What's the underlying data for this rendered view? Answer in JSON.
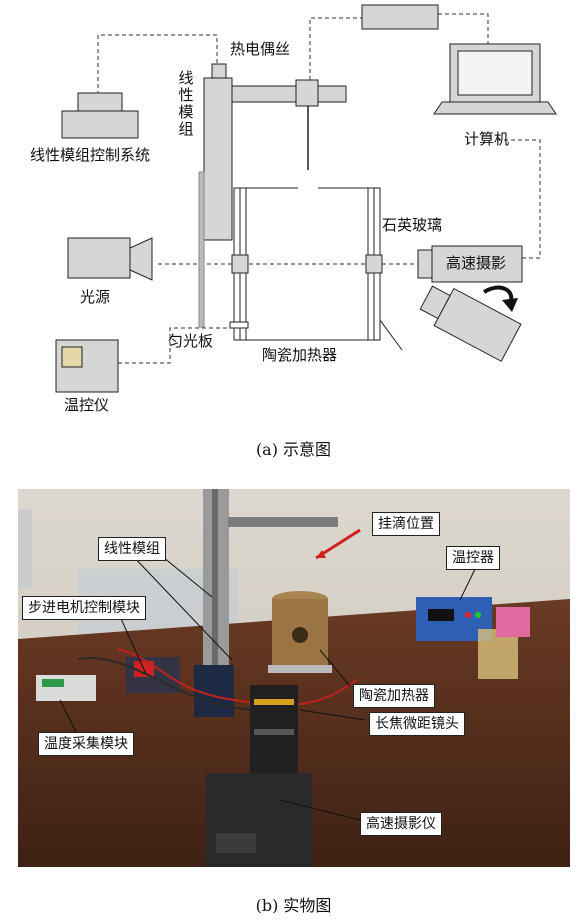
{
  "schematic": {
    "thermocouple": "热电偶丝",
    "linear_module": "线性模组",
    "linear_module_control": "线性模组控制系统",
    "computer": "计算机",
    "quartz_glass": "石英玻璃",
    "light_source": "光源",
    "high_speed_camera": "高速摄影",
    "diffuser": "匀光板",
    "ceramic_heater": "陶瓷加热器",
    "temp_controller": "温控仪"
  },
  "caption_a": "(a)  示意图",
  "photo": {
    "droplet_position": "挂滴位置",
    "linear_module": "线性模组",
    "temp_controller": "温控器",
    "stepper_control": "步进电机控制模块",
    "ceramic_heater": "陶瓷加热器",
    "macro_lens": "长焦微距镜头",
    "temp_acquisition": "温度采集模块",
    "high_speed_camera": "高速摄影仪"
  },
  "caption_b": "(b)  实物图"
}
